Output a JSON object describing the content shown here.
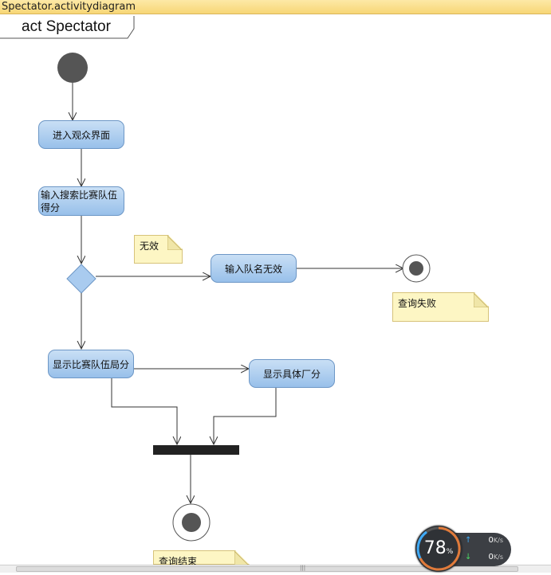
{
  "window": {
    "title": "Spectator.activitydiagram"
  },
  "frame": {
    "label": "act Spectator"
  },
  "nodes": {
    "enter_view": "进入观众界面",
    "input_search": "输入搜索比赛队伍得分",
    "input_invalid": "输入队名无效",
    "show_match": "显示比赛队伍局分",
    "show_detail": "显示具体厂分"
  },
  "notes": {
    "invalid": "无效",
    "query_fail": "查询失败",
    "query_end": "查询结束"
  },
  "widget": {
    "percent": "78",
    "percent_unit": "%",
    "upload_value": "0",
    "download_value": "0",
    "speed_unit": "K/s",
    "colors": {
      "up_arrow": "#3fa9f5",
      "down_arrow": "#4cd964"
    }
  },
  "colors": {
    "node_fill": "#a9cbef",
    "node_border": "#6d97c6",
    "note_fill": "#fdf6c4",
    "initial_node": "#555555",
    "fork_bar": "#222222"
  }
}
